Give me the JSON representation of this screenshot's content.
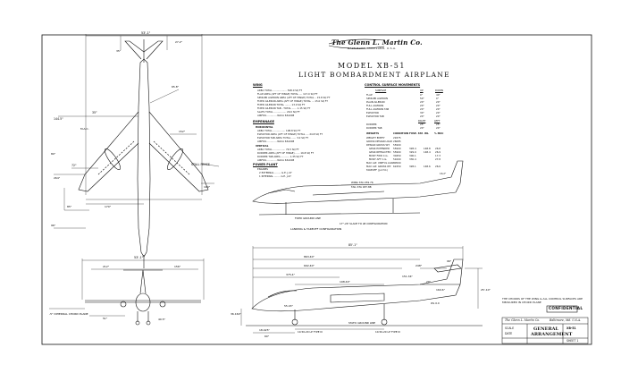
{
  "company": {
    "name": "The Glenn L. Martin Co.",
    "location": "BALTIMORE, MARYLAND, U.S.A."
  },
  "title": {
    "model": "MODEL XB-51",
    "subtitle": "LIGHT BOMBARDMENT AIRPLANE"
  },
  "spec_sections": {
    "wing": {
      "heading": "WING",
      "rows": [
        "AREA TOTAL .................. 548.0 SQ FT",
        "FLAP AREA (AFT OF HINGE) TOTAL .... 117.0 SQ FT",
        "SPOILER AILERON AREA (AFT OF HINGE) TOTAL .. 15.8 SQ FT",
        "FIXED AILERON AREA (AFT OF HINGE) TOTAL ... 15.0 SQ FT",
        "FIXED AILERON TOTAL ........ 13.9 SQ FT",
        "FIXED AILERON TAB - TOTAL ...... 1.15 SQ FT",
        "SLATS TOTAL ................ 29.0 SQ FT",
        "AIRFOIL ............ NACA 63A008"
      ]
    },
    "empennage": {
      "heading": "EMPENNAGE",
      "horizontal_heading": "HORIZONTAL",
      "horizontal_rows": [
        "AREA TOTAL ................ 108.8 SQ FT",
        "ELEVATOR AREA (AFT OF HINGE) TOTAL .... 24.8 SQ FT",
        "ELEVATOR TAB AREA TOTAL ...... 3.0 SQ FT",
        "AIRFOIL ............ NACA 63A008"
      ],
      "vertical_heading": "VERTICAL",
      "vertical_rows": [
        "AREA TOTAL ................ 74.5 SQ FT",
        "RUDDER AREA (AFT OF HINGE) ...... 16.8 SQ FT",
        "RUDDER TAB AREA ........... 1.35 SQ FT",
        "AIRFOIL ............ NACA 63A008"
      ]
    },
    "power_plant": {
      "heading": "POWER PLANT",
      "rows": [
        "ENGINES",
        "2  EXTERNAL ........ G.E. J-47",
        "1  INTERNAL ........ G.E. J-47"
      ]
    }
  },
  "control_surfaces": {
    "heading": "CONTROL SURFACE MOVEMENTS",
    "col_surface": "SURFACE",
    "col_up": "UP",
    "col_down": "DOWN",
    "rows": [
      {
        "surface": "FLAP",
        "up": "0°",
        "down": "40°"
      },
      {
        "surface": "SPOILER AILERON",
        "up": "50°",
        "down": "0°"
      },
      {
        "surface": "PLAIN AILERON",
        "up": "20°",
        "down": "20°"
      },
      {
        "surface": "FULL AILERON",
        "up": "20°",
        "down": "20°"
      },
      {
        "surface": "FULL AILERON TAB",
        "up": "20°",
        "down": "20°"
      },
      {
        "surface": "ELEVATOR",
        "up": "30°",
        "down": "20°"
      },
      {
        "surface": "ELEVATOR TAB",
        "up": "20°",
        "down": "20°"
      }
    ],
    "rudder_heading_right": "RIGHT",
    "rudder_heading_left": "LEFT",
    "rudder_rows": [
      {
        "surface": "RUDDER",
        "right": "25°",
        "left": "25°"
      },
      {
        "surface": "RUDDER TAB",
        "right": "20°",
        "left": "20°"
      }
    ]
  },
  "weights_table": {
    "headers": [
      "WEIGHTS",
      "CONDITION",
      "FUSE. STA",
      "WL",
      "% MAC"
    ],
    "rows": [
      [
        "WEIGHT EMPTY",
        "29375",
        "",
        "",
        ""
      ],
      [
        "GROSS DESIGN LOAD",
        "26085",
        "",
        "",
        ""
      ],
      [
        "DESIGN GROSS WT.",
        "55900",
        "",
        "",
        ""
      ],
      [
        "GEAR EXTENDED",
        "55900",
        "328.4",
        "148.8",
        "26.8"
      ],
      [
        "GEAR RETRACTED",
        "55900",
        "329.9",
        "148.4",
        "26.9"
      ],
      [
        "MOST FWD C.G.",
        "30450",
        "300.1",
        "",
        "17.3"
      ],
      [
        "MOST AFT C.G.",
        "51000",
        "330.4",
        "",
        "27.8"
      ],
      [
        "MAX ALT. USEFUL LOAD",
        "30500",
        "",
        "",
        ""
      ],
      [
        "MAX ALT. GROSS WT.",
        "62450",
        "328.1",
        "148.6",
        "26.6"
      ],
      [
        "TAKEOFF (J.A.T.O.)",
        "",
        "",
        "",
        ""
      ]
    ],
    "angle": "16.2°"
  },
  "plan_view": {
    "labels": {
      "span": "53'-1\"",
      "wing_angle": "35°",
      "root_chord": "144.5\"",
      "tip_chord": "72\"",
      "stall_fence": "STALL FENCE",
      "dim_a": "264\"",
      "dim_b": "85\"",
      "dim_c": "170\"",
      "dim_d": "65.8\"",
      "dim_e": "152\"",
      "dim_f": "110\"",
      "tail_span": "27.2\"",
      "tail_angle": "35°",
      "chord_1": "80\"",
      "chord_2": "96\"",
      "mac": "M.A.C."
    }
  },
  "front_view": {
    "labels": {
      "span": "53'-1\"",
      "dim_a": "212\"",
      "dim_b": "156\"",
      "dim_c": "51\"",
      "dihedral": "-5° DIHEDRAL CHORD PLANE",
      "dim_d": "40.5\""
    }
  },
  "side_view_small": {
    "labels": {
      "label1": "WING STA 259.76",
      "label2": "TAIL STA 187.88",
      "label3": "FIXED GROUND LINE",
      "label4": "LANDING & TAKEOFF CONFIGURATION",
      "label5": "17°-20' SLACE TO LB CONFIGURATION"
    }
  },
  "side_view_large": {
    "labels": {
      "overall": "85'-1\"",
      "dim_a": "863.40\"",
      "dim_b": "692.40\"",
      "dim_c": "375.4\"",
      "dim_d": "248\"",
      "dim_e": "198.40\"",
      "dim_f": "151.34\"",
      "dim_g": "160.6\"",
      "dim_h": "96\"",
      "dim_i": "25'-10\"",
      "dim_j": "36.160\"",
      "dim_k": "18.425\"",
      "dim_l": "60\"",
      "dim_m": "55.43\"",
      "gear_label": "10.50-20 LP TYPE III",
      "gear_label2": "10.50-20 LP TYPE III",
      "ground": "STATIC GROUND LINE",
      "sta_label": "WL 0.0",
      "angle": "20°"
    }
  },
  "notes": {
    "chord_note": "THE CHORDS OF THE WING & ALL CONTROL SURFACES ARE MEASURED IN CHORD PLANE",
    "stamp": "CONFIDENTIAL"
  },
  "title_block": {
    "company": "The Glenn L. Martin Co.",
    "city": "Baltimore, Md. U.S.A.",
    "name": "GENERAL ARRANGEMENT",
    "drawing_no": "XB-51",
    "scale_label": "SCALE",
    "date_label": "DATE",
    "sheet": "SHEET 1"
  }
}
